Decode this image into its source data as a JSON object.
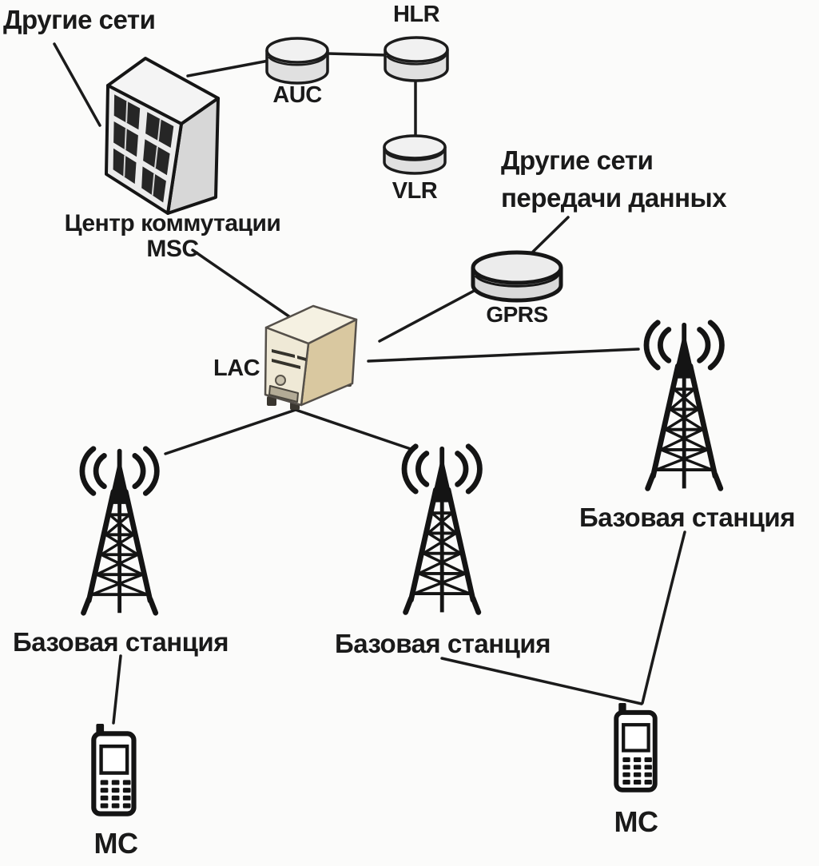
{
  "diagram": {
    "type": "network-topology",
    "subject": "GSM cellular network architecture",
    "background_color": "#fbfbfa",
    "line_color": "#1b1b1b",
    "text_color": "#1a1a1a",
    "labels": {
      "other_networks": "Другие сети",
      "msc_line1": "Центр коммутации",
      "msc_line2": "MSC",
      "auc": "AUC",
      "hlr": "HLR",
      "vlr": "VLR",
      "other_data_networks_line1": "Другие сети",
      "other_data_networks_line2": "передачи данных",
      "gprs": "GPRS",
      "lac": "LAC",
      "base_station_1": "Базовая станция",
      "base_station_2": "Базовая станция",
      "base_station_3": "Базовая станция",
      "mobile_station_1": "МС",
      "mobile_station_2": "МС"
    },
    "nodes": [
      {
        "id": "msc",
        "label": "Центр коммутации MSC",
        "icon": "switch-cabinet-icon"
      },
      {
        "id": "auc",
        "label": "AUC",
        "icon": "database-disk-icon"
      },
      {
        "id": "hlr",
        "label": "HLR",
        "icon": "database-disk-icon"
      },
      {
        "id": "vlr",
        "label": "VLR",
        "icon": "database-disk-icon"
      },
      {
        "id": "gprs",
        "label": "GPRS",
        "icon": "database-disk-icon"
      },
      {
        "id": "lac",
        "label": "LAC",
        "icon": "server-tower-icon"
      },
      {
        "id": "base_station_1",
        "label": "Базовая станция",
        "icon": "cell-tower-icon"
      },
      {
        "id": "base_station_2",
        "label": "Базовая станция",
        "icon": "cell-tower-icon"
      },
      {
        "id": "base_station_3",
        "label": "Базовая станция",
        "icon": "cell-tower-icon"
      },
      {
        "id": "mobile_station_1",
        "label": "МС",
        "icon": "mobile-phone-icon"
      },
      {
        "id": "mobile_station_2",
        "label": "МС",
        "icon": "mobile-phone-icon"
      }
    ],
    "edges": [
      {
        "from": "other_networks_label",
        "to": "msc"
      },
      {
        "from": "msc",
        "to": "auc"
      },
      {
        "from": "auc",
        "to": "hlr"
      },
      {
        "from": "hlr",
        "to": "vlr"
      },
      {
        "from": "msc",
        "to": "lac"
      },
      {
        "from": "other_data_networks_label",
        "to": "gprs"
      },
      {
        "from": "lac",
        "to": "gprs"
      },
      {
        "from": "lac",
        "to": "base_station_1"
      },
      {
        "from": "lac",
        "to": "base_station_2"
      },
      {
        "from": "lac",
        "to": "base_station_3"
      },
      {
        "from": "base_station_1",
        "to": "mobile_station_1"
      },
      {
        "from": "base_station_2",
        "to": "mobile_station_2"
      },
      {
        "from": "base_station_3",
        "to": "mobile_station_2"
      }
    ]
  }
}
